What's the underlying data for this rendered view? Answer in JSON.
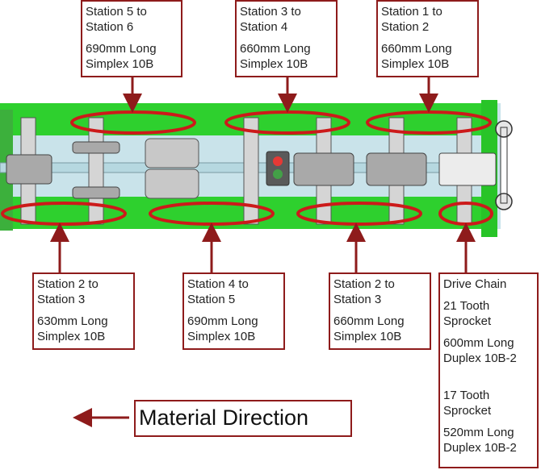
{
  "colors": {
    "accent": "#8e1b1b",
    "frame_green": "#22cc22",
    "ring_red": "#cc1a1a"
  },
  "labels": {
    "s5_s6": {
      "line1": "Station 5 to",
      "line2": "Station 6",
      "line3": "690mm Long",
      "line4": "Simplex 10B"
    },
    "s3_s4": {
      "line1": "Station 3 to",
      "line2": "Station 4",
      "line3": "660mm Long",
      "line4": "Simplex 10B"
    },
    "s1_s2": {
      "line1": "Station 1 to",
      "line2": "Station 2",
      "line3": "660mm Long",
      "line4": "Simplex 10B"
    },
    "s2_s3_left": {
      "line1": "Station 2 to",
      "line2": "Station 3",
      "line3": "630mm Long",
      "line4": "Simplex 10B"
    },
    "s4_s5": {
      "line1": "Station 4 to",
      "line2": "Station 5",
      "line3": "690mm Long",
      "line4": "Simplex 10B"
    },
    "s2_s3_right": {
      "line1": "Station 2 to",
      "line2": "Station 3",
      "line3": "660mm Long",
      "line4": "Simplex 10B"
    },
    "drive": {
      "title": "Drive Chain",
      "sprocket1_a": "21 Tooth",
      "sprocket1_b": "Sprocket",
      "chain1_a": "600mm Long",
      "chain1_b": "Duplex 10B-2",
      "sprocket2_a": "17 Tooth",
      "sprocket2_b": "Sprocket",
      "chain2_a": "520mm Long",
      "chain2_b": "Duplex 10B-2"
    }
  },
  "material_direction": "Material Direction"
}
